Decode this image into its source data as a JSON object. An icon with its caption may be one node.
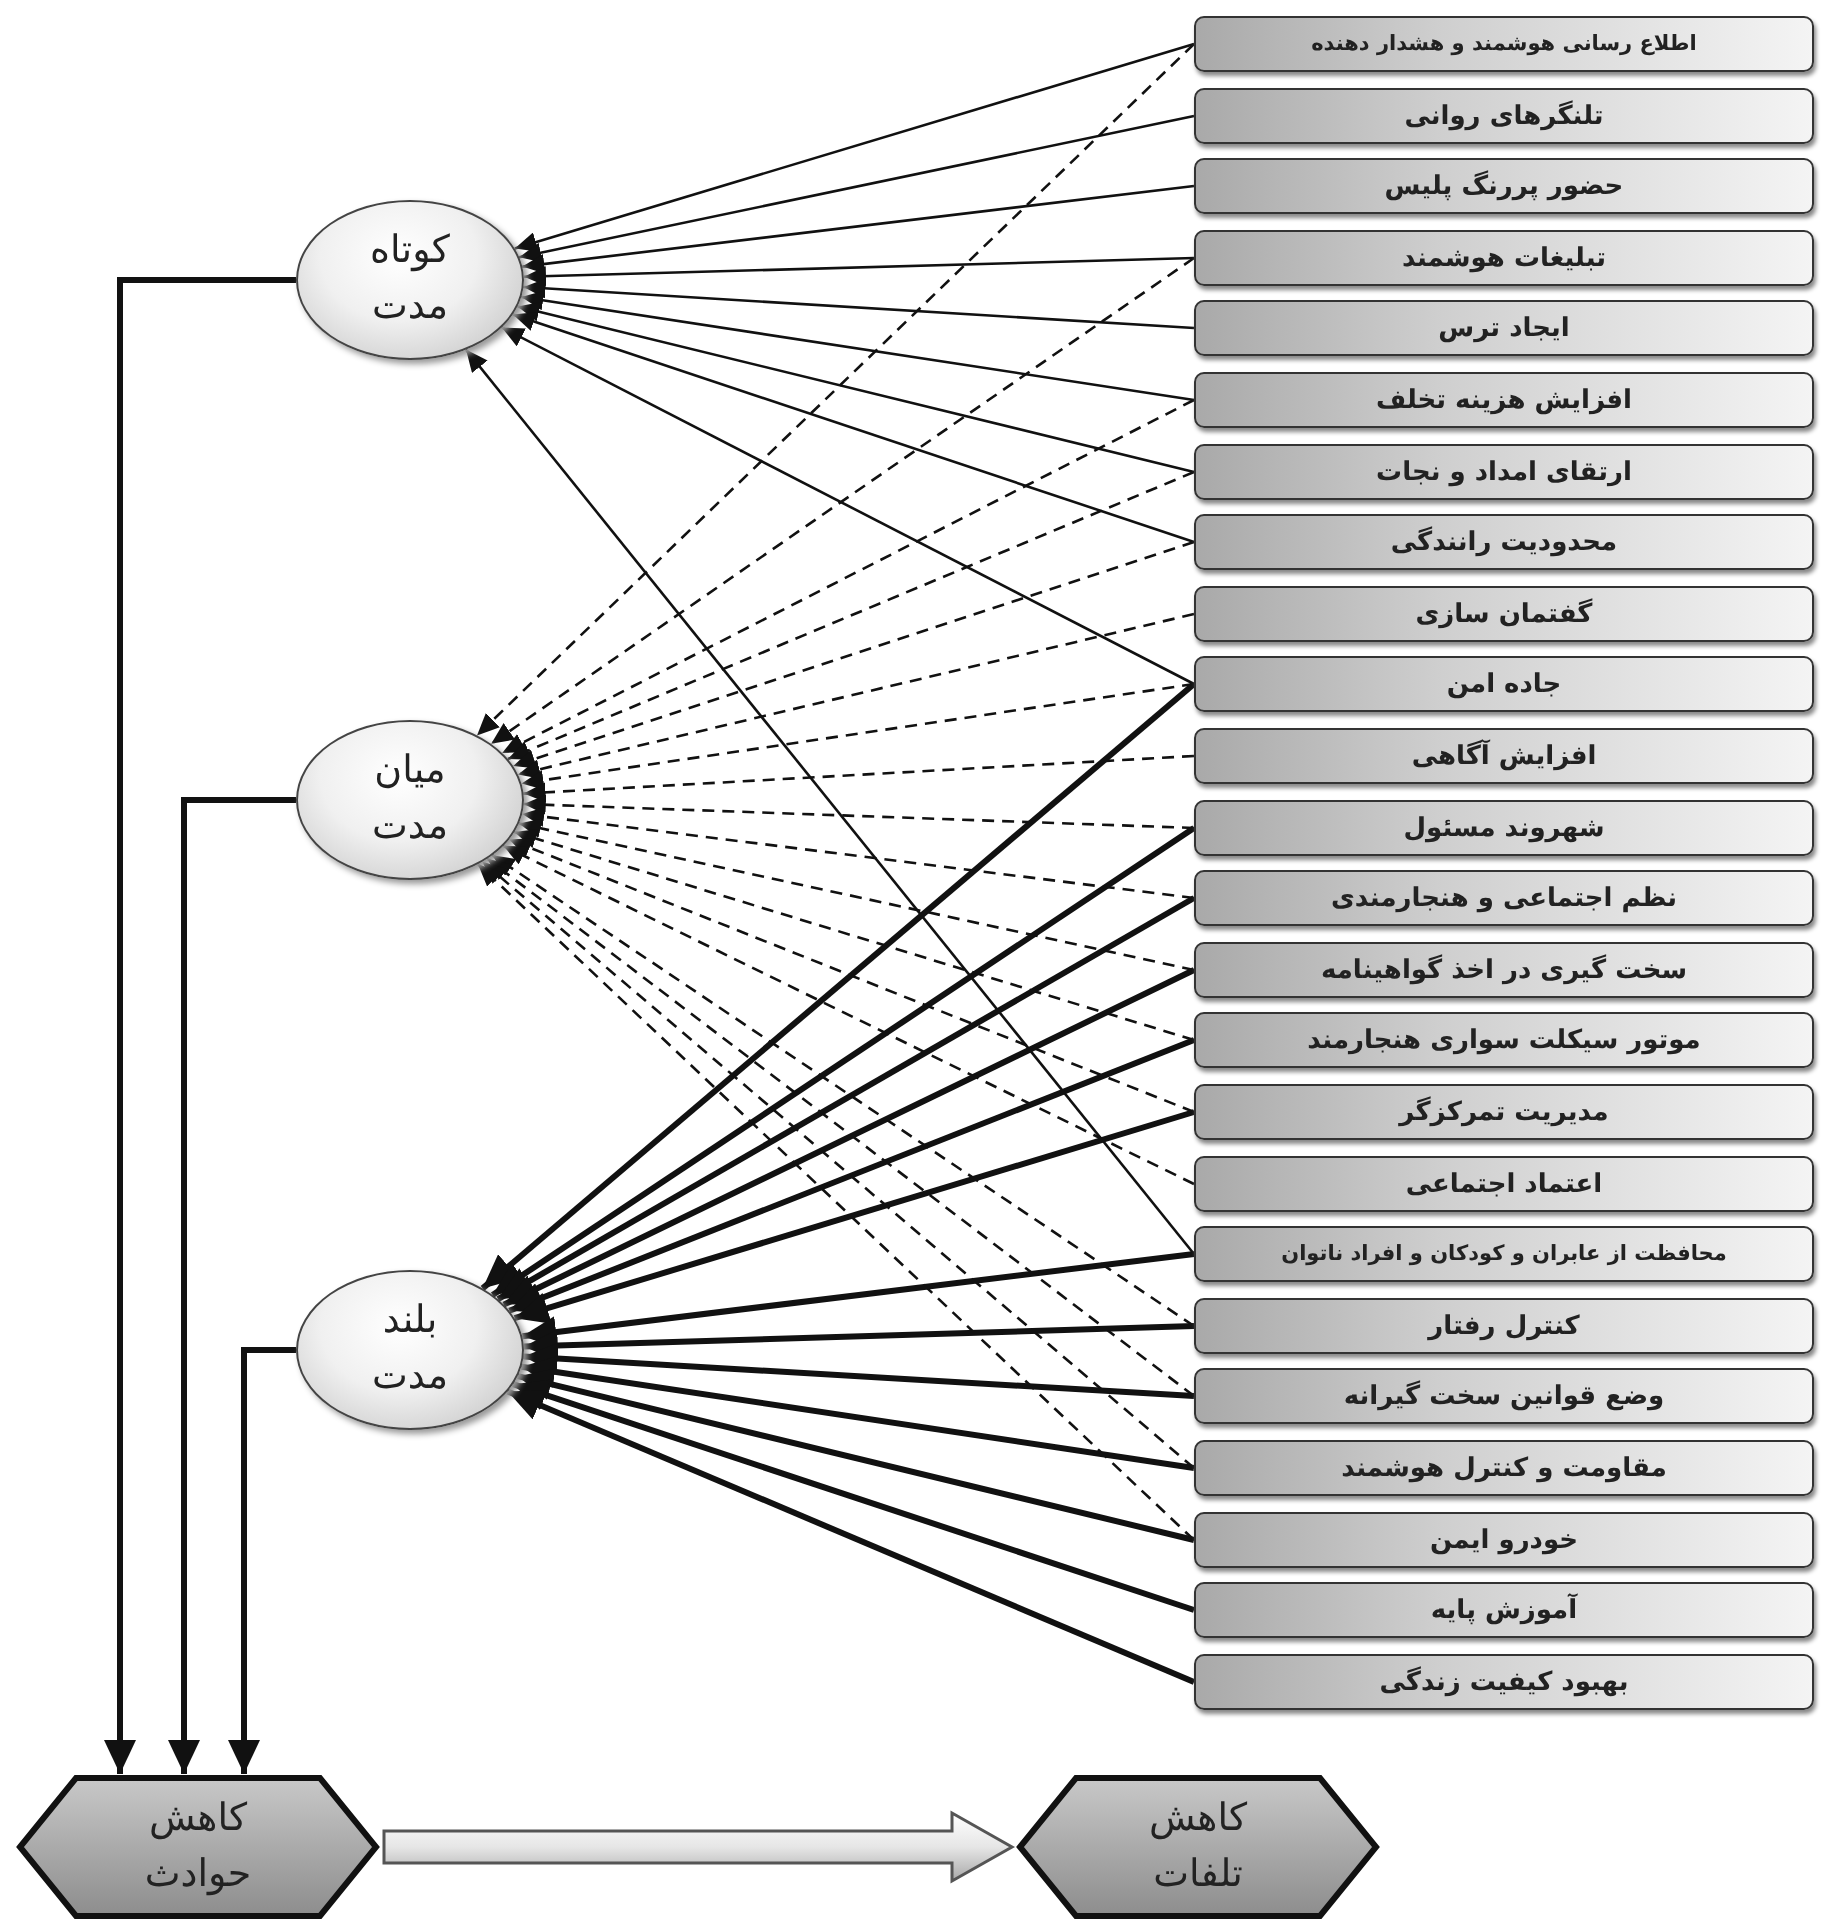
{
  "diagram": {
    "nodes": [
      {
        "text": [
          "کوتاه مدت"
        ]
      },
      {
        "text": [
          "میان مدت"
        ]
      },
      {
        "text": [
          "بلند مدت"
        ]
      },
      {
        "text": [
          "کاهش حوادث"
        ]
      },
      {
        "text": [
          "کاهش تلفات"
        ]
      },
      {
        "text": [
          "اطلاع رسانی هوشمند و هشدار دهنده"
        ]
      },
      {
        "text": [
          "تلنگرهای روانی"
        ]
      },
      {
        "text": [
          "حضور پررنگ پلیس"
        ]
      },
      {
        "text": [
          "تبلیغات هوشمند"
        ]
      },
      {
        "text": [
          "ایجاد ترس"
        ]
      },
      {
        "text": [
          "افزایش هزینه تخلف"
        ]
      },
      {
        "text": [
          "ارتقای امداد و نجات"
        ]
      },
      {
        "text": [
          "محدودیت رانندگی"
        ]
      },
      {
        "text": [
          "گفتمان سازی"
        ]
      },
      {
        "text": [
          "جاده امن"
        ]
      },
      {
        "text": [
          "افزایش آگاهی"
        ]
      },
      {
        "text": [
          "شهروند مسئول"
        ]
      },
      {
        "text": [
          "نظم اجتماعی و هنجارمندی"
        ]
      },
      {
        "text": [
          "سخت گیری در اخذ گواهینامه"
        ]
      },
      {
        "text": [
          "موتور سیکلت سواری هنجارمند"
        ]
      },
      {
        "text": [
          "مدیریت تمرکزگر"
        ]
      },
      {
        "text": [
          "اعتماد اجتماعی"
        ]
      },
      {
        "text": [
          "محافظت از عابران و کودکان و افراد ناتوان"
        ]
      },
      {
        "text": [
          "کنترل رفتار"
        ]
      },
      {
        "text": [
          "وضع قوانین سخت گیرانه"
        ]
      },
      {
        "text": [
          "مقاومت و کنترل هوشمند"
        ]
      },
      {
        "text": [
          "خودرو ایمن"
        ]
      },
      {
        "text": [
          "آموزش پایه"
        ]
      },
      {
        "text": [
          "بهبود کیفیت زندگی"
        ]
      }
    ],
    "edges": [
      {
        "from": 5,
        "to": 0,
        "arrow": "to"
      },
      {
        "from": 6,
        "to": 0,
        "arrow": "to"
      },
      {
        "from": 7,
        "to": 0,
        "arrow": "to"
      },
      {
        "from": 8,
        "to": 0,
        "arrow": "to"
      },
      {
        "from": 9,
        "to": 0,
        "arrow": "to"
      },
      {
        "from": 10,
        "to": 0,
        "arrow": "to"
      },
      {
        "from": 11,
        "to": 0,
        "arrow": "to"
      },
      {
        "from": 12,
        "to": 0,
        "arrow": "to"
      },
      {
        "from": 14,
        "to": 0,
        "arrow": "to"
      },
      {
        "from": 22,
        "to": 0,
        "arrow": "to"
      },
      {
        "from": 5,
        "to": 1,
        "arrow": "to",
        "style": "dashed"
      },
      {
        "from": 8,
        "to": 1,
        "arrow": "to",
        "style": "dashed"
      },
      {
        "from": 10,
        "to": 1,
        "arrow": "to",
        "style": "dashed"
      },
      {
        "from": 11,
        "to": 1,
        "arrow": "to",
        "style": "dashed"
      },
      {
        "from": 12,
        "to": 1,
        "arrow": "to",
        "style": "dashed"
      },
      {
        "from": 13,
        "to": 1,
        "arrow": "to",
        "style": "dashed"
      },
      {
        "from": 14,
        "to": 1,
        "arrow": "to",
        "style": "dashed"
      },
      {
        "from": 15,
        "to": 1,
        "arrow": "to",
        "style": "dashed"
      },
      {
        "from": 16,
        "to": 1,
        "arrow": "to",
        "style": "dashed"
      },
      {
        "from": 17,
        "to": 1,
        "arrow": "to",
        "style": "dashed"
      },
      {
        "from": 18,
        "to": 1,
        "arrow": "to",
        "style": "dashed"
      },
      {
        "from": 19,
        "to": 1,
        "arrow": "to",
        "style": "dashed"
      },
      {
        "from": 20,
        "to": 1,
        "arrow": "to",
        "style": "dashed"
      },
      {
        "from": 21,
        "to": 1,
        "arrow": "to",
        "style": "dashed"
      },
      {
        "from": 23,
        "to": 1,
        "arrow": "to",
        "style": "dashed"
      },
      {
        "from": 24,
        "to": 1,
        "arrow": "to",
        "style": "dashed"
      },
      {
        "from": 25,
        "to": 1,
        "arrow": "to",
        "style": "dashed"
      },
      {
        "from": 26,
        "to": 1,
        "arrow": "to",
        "style": "dashed"
      },
      {
        "from": 14,
        "to": 2,
        "arrow": "to",
        "style": "thick"
      },
      {
        "from": 16,
        "to": 2,
        "arrow": "to",
        "style": "thick"
      },
      {
        "from": 17,
        "to": 2,
        "arrow": "to",
        "style": "thick"
      },
      {
        "from": 18,
        "to": 2,
        "arrow": "to",
        "style": "thick"
      },
      {
        "from": 19,
        "to": 2,
        "arrow": "to",
        "style": "thick"
      },
      {
        "from": 20,
        "to": 2,
        "arrow": "to",
        "style": "thick"
      },
      {
        "from": 22,
        "to": 2,
        "arrow": "to",
        "style": "thick"
      },
      {
        "from": 23,
        "to": 2,
        "arrow": "to",
        "style": "thick"
      },
      {
        "from": 24,
        "to": 2,
        "arrow": "to",
        "style": "thick"
      },
      {
        "from": 25,
        "to": 2,
        "arrow": "to",
        "style": "thick"
      },
      {
        "from": 26,
        "to": 2,
        "arrow": "to",
        "style": "thick"
      },
      {
        "from": 27,
        "to": 2,
        "arrow": "to",
        "style": "thick"
      },
      {
        "from": 28,
        "to": 2,
        "arrow": "to",
        "style": "thick"
      },
      {
        "from": 0,
        "to": 3,
        "arrow": "to",
        "style": "thick"
      },
      {
        "from": 1,
        "to": 3,
        "arrow": "to",
        "style": "thick"
      },
      {
        "from": 2,
        "to": 3,
        "arrow": "to",
        "style": "thick"
      },
      {
        "from": 3,
        "to": 4,
        "arrow": "to",
        "style": "thick"
      }
    ]
  }
}
